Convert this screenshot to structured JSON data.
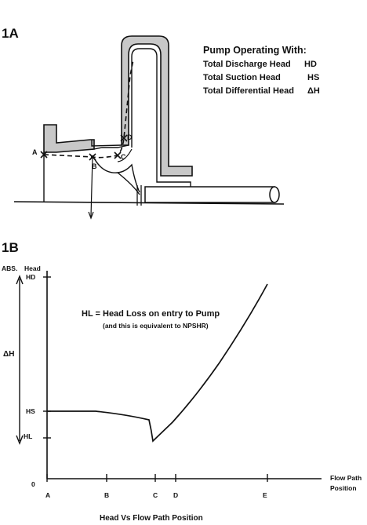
{
  "section_a": {
    "label": "1A",
    "legend": {
      "title": "Pump Operating With:",
      "rows": [
        {
          "text": "Total Discharge Head",
          "symbol": "HD"
        },
        {
          "text": "Total Suction Head",
          "symbol": "HS"
        },
        {
          "text": "Total Differential Head",
          "symbol": "ΔH"
        }
      ]
    },
    "points": [
      "A",
      "B",
      "C",
      "D"
    ]
  },
  "section_b": {
    "label": "1B",
    "y_axis": {
      "abs_label": "ABS.",
      "head_label": "Head",
      "ticks": [
        "HD",
        "HS",
        "HL",
        "0"
      ],
      "delta_label": "ΔH"
    },
    "x_axis": {
      "label_line1": "Flow Path",
      "label_line2": "Position",
      "ticks": [
        "A",
        "B",
        "C",
        "D",
        "E"
      ]
    },
    "annotation": {
      "main": "HL =  Head Loss on entry to Pump",
      "sub": "(and this is equivalent to NPSHR)"
    },
    "caption": "Head Vs Flow Path Position"
  },
  "chart_data": {
    "type": "line",
    "title": "Head Vs Flow Path Position",
    "xlabel": "Flow Path Position",
    "ylabel": "Head",
    "categories": [
      "A",
      "B",
      "C",
      "D",
      "E"
    ],
    "series": [
      {
        "points": [
          [
            "A",
            "HS"
          ],
          [
            "B",
            "HS"
          ],
          [
            "C-",
            "slightly below HS"
          ],
          [
            "C",
            "HL"
          ],
          [
            "D",
            "above HL"
          ],
          [
            "E",
            "HD"
          ]
        ]
      }
    ],
    "grid": false,
    "colors": {
      "stroke": "#111111",
      "housing_fill": "#c8c8c8"
    }
  }
}
